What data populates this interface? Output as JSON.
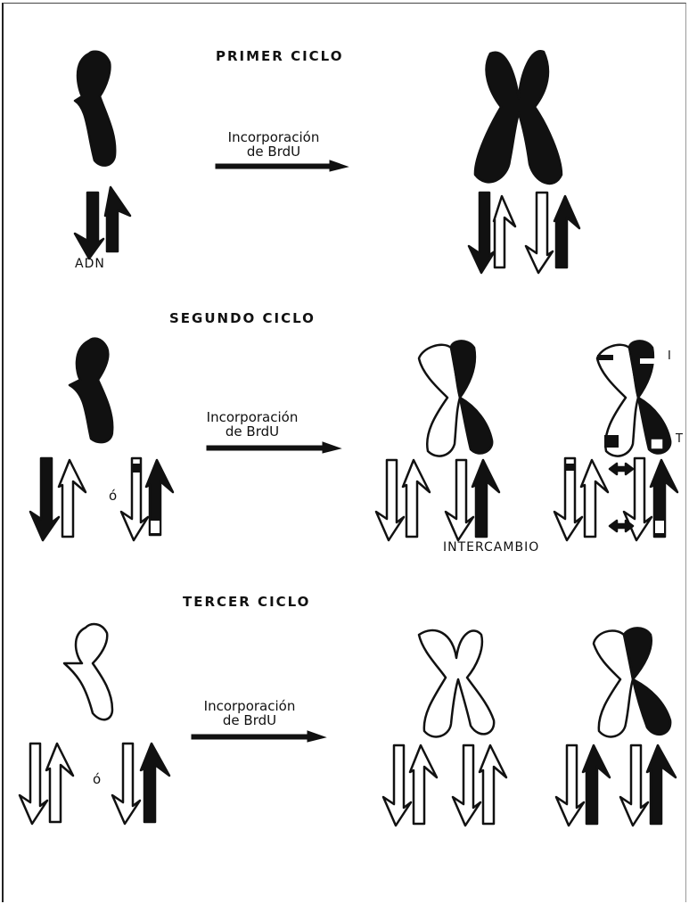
{
  "titles": {
    "c1": "PRIMER CICLO",
    "c2": "SEGUNDO CICLO",
    "c3": "TERCER CICLO"
  },
  "arrow_label_line1": "Incorporación",
  "arrow_label_line2": "de BrdU",
  "adn": "ADN",
  "o": "ó",
  "intercambio": "INTERCAMBIO",
  "mark_upper": "I",
  "mark_lower": "T",
  "colors": {
    "ink": "#111111",
    "paper": "#ffffff"
  }
}
